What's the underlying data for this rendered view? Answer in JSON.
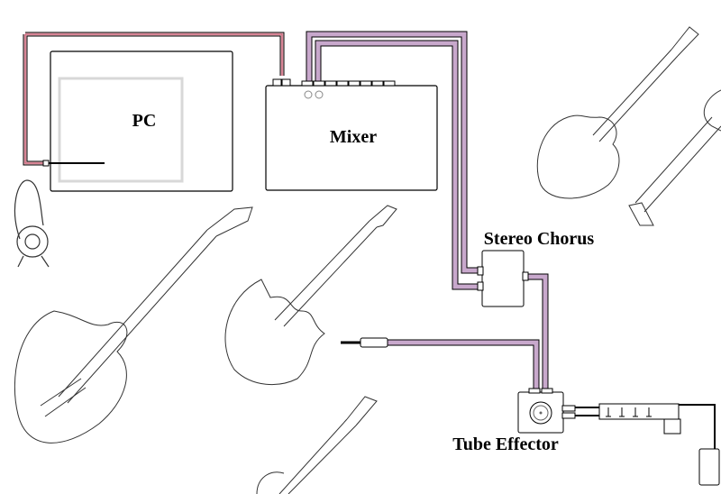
{
  "labels": {
    "pc": "PC",
    "mixer": "Mixer",
    "chorus": "Stereo Chorus",
    "tube": "Tube Effector"
  },
  "colors": {
    "audio_cable": "#c8a8cc",
    "usb_cable": "#c8506a",
    "outline": "#000000",
    "screen": "#d8d8d8"
  },
  "icons": [
    "headphones-icon",
    "bass-guitar-icon",
    "stratocaster-guitar-icon",
    "les-paul-guitar-icon",
    "sg-guitar-icon",
    "telecaster-guitar-icon",
    "guitar-cable-plug-icon",
    "microphone-cable-icon"
  ]
}
